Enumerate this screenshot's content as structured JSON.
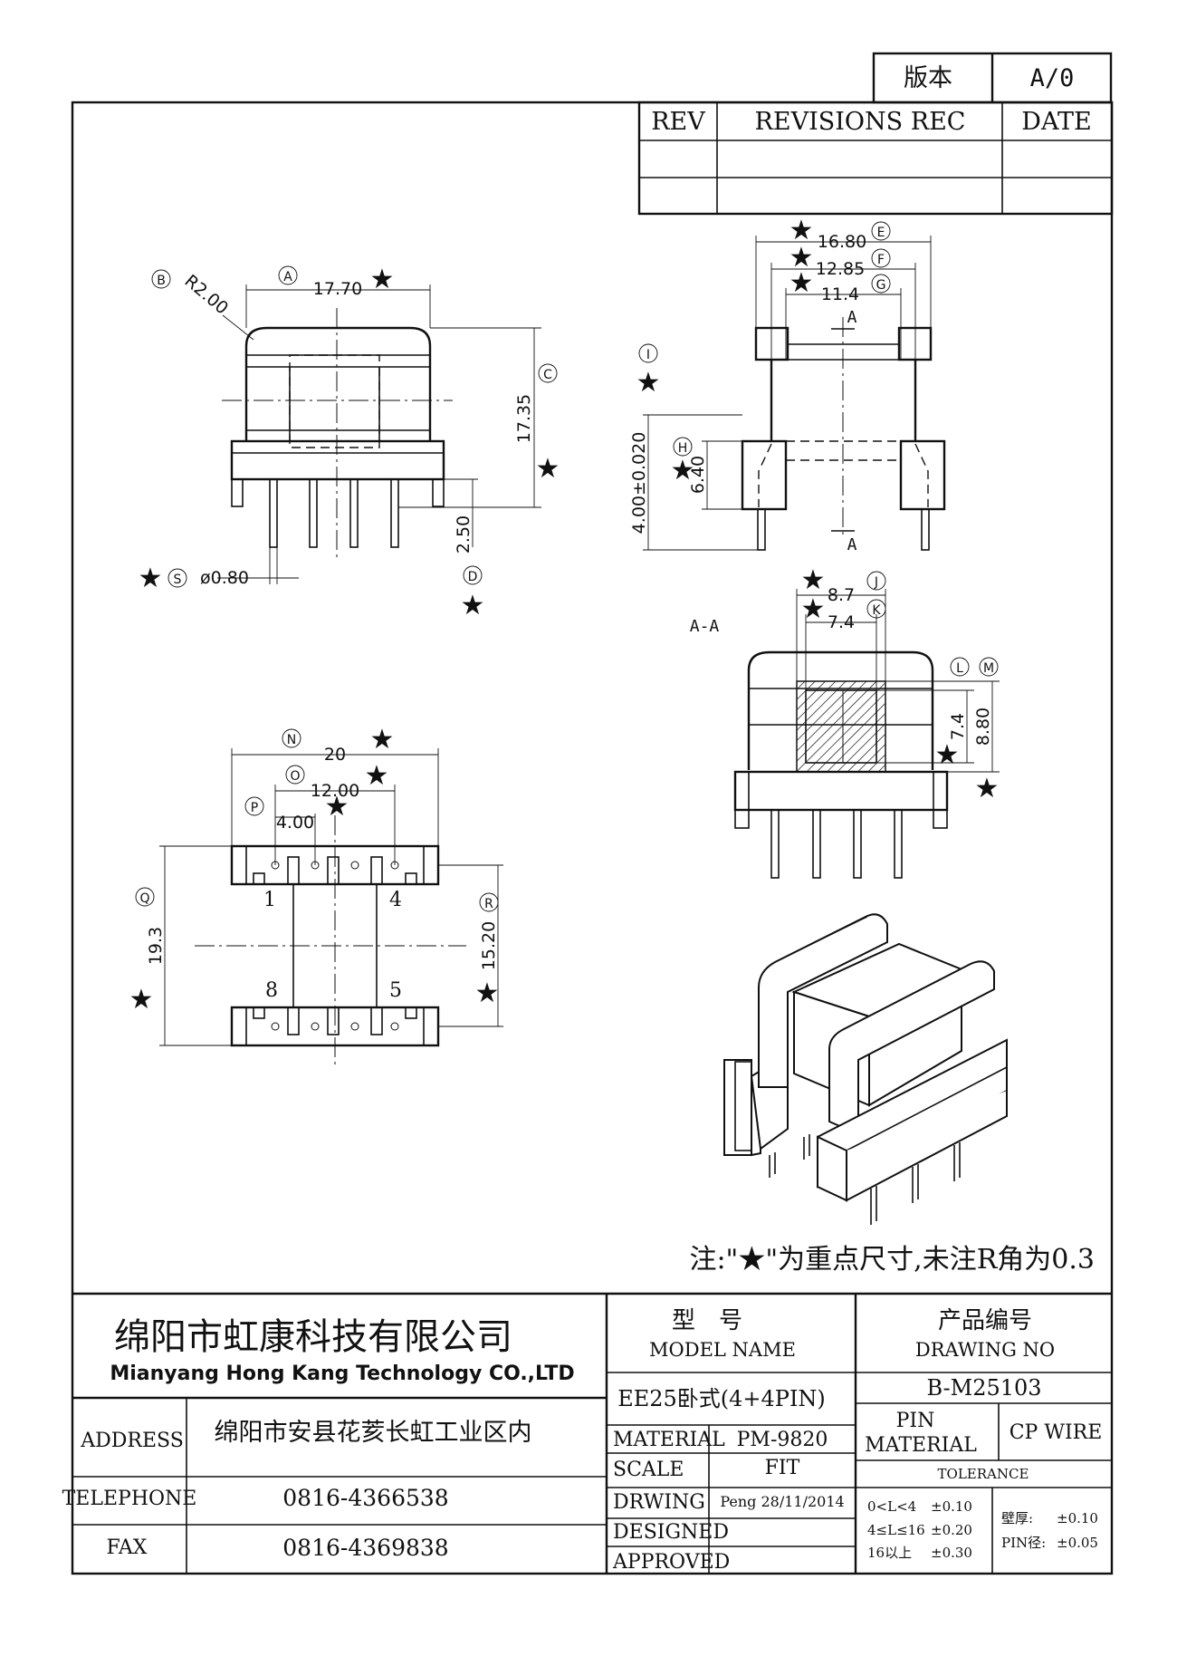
{
  "revision_box": {
    "version_label": "版本",
    "version_value": "A/0"
  },
  "revisions_table": {
    "headers": [
      "REV",
      "REVISIONS REC",
      "DATE"
    ]
  },
  "dimensions": {
    "E": "16.80",
    "F": "12.85",
    "G": "11.4",
    "A": "17.70",
    "R": "R2.00",
    "C": "17.35",
    "D": "2.50",
    "S": "ø0.80",
    "I": "4.00±0.020",
    "H": "6.40",
    "J": "8.7",
    "K": "7.4",
    "L": "7.4",
    "M": "8.80",
    "N": "20",
    "O": "12.00",
    "P": "4.00",
    "Q": "19.3",
    "Rpitch": "15.20"
  },
  "callouts": [
    "A",
    "B",
    "C",
    "D",
    "E",
    "F",
    "G",
    "H",
    "I",
    "J",
    "K",
    "L",
    "M",
    "N",
    "O",
    "P",
    "Q",
    "R",
    "S"
  ],
  "section_labels": {
    "cut": "A",
    "view": "A-A"
  },
  "pins": [
    "1",
    "4",
    "8",
    "5"
  ],
  "note": "注:\"★\"为重点尺寸,未注R角为0.3",
  "company": {
    "name_cn": "绵阳市虹康科技有限公司",
    "name_en": "Mianyang Hong Kang Technology CO.,LTD"
  },
  "info": {
    "address_label": "ADDRESS",
    "address_value": "绵阳市安县花荄长虹工业区内",
    "telephone_label": "TELEPHONE",
    "telephone_value": "0816-4366538",
    "fax_label": "FAX",
    "fax_value": "0816-4369838"
  },
  "model": {
    "label_cn": "型　号",
    "label_en": "MODEL NAME",
    "value": "EE25卧式(4+4PIN)"
  },
  "drawing": {
    "label_cn": "产品编号",
    "label_en": "DRAWING NO",
    "value": "B-M25103"
  },
  "rows": {
    "material_label": "MATERIAL",
    "material_value": "PM-9820",
    "scale_label": "SCALE",
    "scale_value": "FIT",
    "drwing_label": "DRWING",
    "drwing_value": "Peng 28/11/2014",
    "designed_label": "DESIGNED",
    "approved_label": "APPROVED"
  },
  "pin": {
    "label1": "PIN",
    "label2": "MATERIAL",
    "value": "CP WIRE"
  },
  "tolerance": {
    "title": "TOLERANCE",
    "ranges": [
      {
        "range": "0<L<4",
        "value": "±0.10"
      },
      {
        "range": "4≤L≤16",
        "value": "±0.20"
      },
      {
        "range": "16以上",
        "value": "±0.30"
      }
    ],
    "wall_label": "壁厚:",
    "wall_value": "±0.10",
    "pin_label": "PIN径:",
    "pin_value": "±0.05"
  }
}
